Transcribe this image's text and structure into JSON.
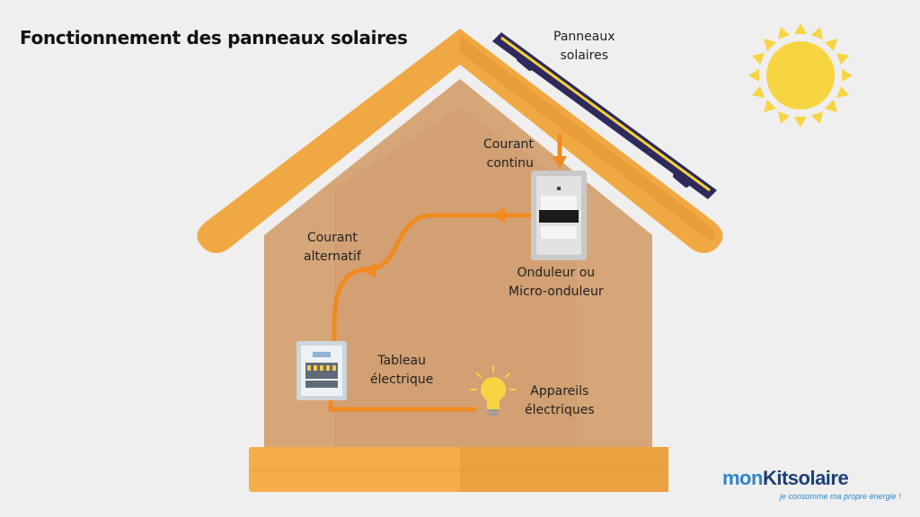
{
  "title": "Fonctionnement des panneaux solaires",
  "labels": {
    "panels": [
      "Panneaux",
      "solaires"
    ],
    "dc": [
      "Courant",
      "continu"
    ],
    "ac": [
      "Courant",
      "alternatif"
    ],
    "inverter": [
      "Onduleur ou",
      "Micro-onduleur"
    ],
    "board": [
      "Tableau",
      "électrique"
    ],
    "appliances": [
      "Appareils",
      "électriques"
    ]
  },
  "logo": {
    "mon": "mon",
    "kit": "Kitsolaire",
    "tagline": "je consomme ma propre énergie !"
  },
  "colors": {
    "background": "#efefef",
    "wall": "#d6a679",
    "roof": "#f0a842",
    "base": "#f5ad4a",
    "wire": "#f18a1f",
    "sun": "#f7d441",
    "panel": "#2e2a5c",
    "logo_blue": "#2d86c7",
    "logo_dark": "#1d3f74"
  }
}
